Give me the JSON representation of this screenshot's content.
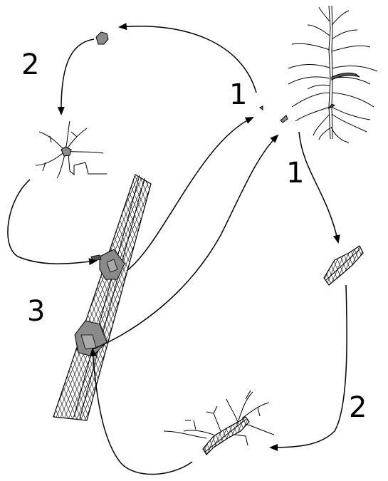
{
  "labels": {
    "stage_1_top": "1",
    "stage_1_right": "1",
    "stage_2_top_left": "2",
    "stage_2_right": "2",
    "stage_3": "3"
  },
  "colors": {
    "stroke": "#000000",
    "spore_fill": "#8a8a8a",
    "background": "#ffffff"
  }
}
